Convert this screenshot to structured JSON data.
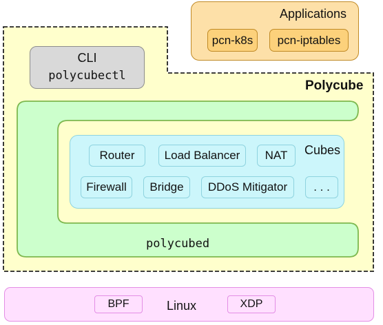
{
  "applications": {
    "title": "Applications",
    "items": [
      "pcn-k8s",
      "pcn-iptables"
    ]
  },
  "polycube": {
    "title": "Polycube",
    "cli": {
      "line1": "CLI",
      "line2": "polycubectl"
    },
    "daemon_label": "polycubed",
    "cubes": {
      "title": "Cubes",
      "row1": [
        "Router",
        "Load Balancer",
        "NAT"
      ],
      "row2": [
        "Firewall",
        "Bridge",
        "DDoS Mitigator",
        ". . ."
      ]
    }
  },
  "linux": {
    "label": "Linux",
    "bpf": "BPF",
    "xdp": "XDP"
  },
  "colors": {
    "polycube_bg": "#ffffcc",
    "daemon_green": "#ccffcc",
    "cubes_cyan": "#ccf6fb",
    "apps_orange": "#fcd17b",
    "linux_pink": "#ffe0ff",
    "cli_gray": "#d9d9d9"
  }
}
